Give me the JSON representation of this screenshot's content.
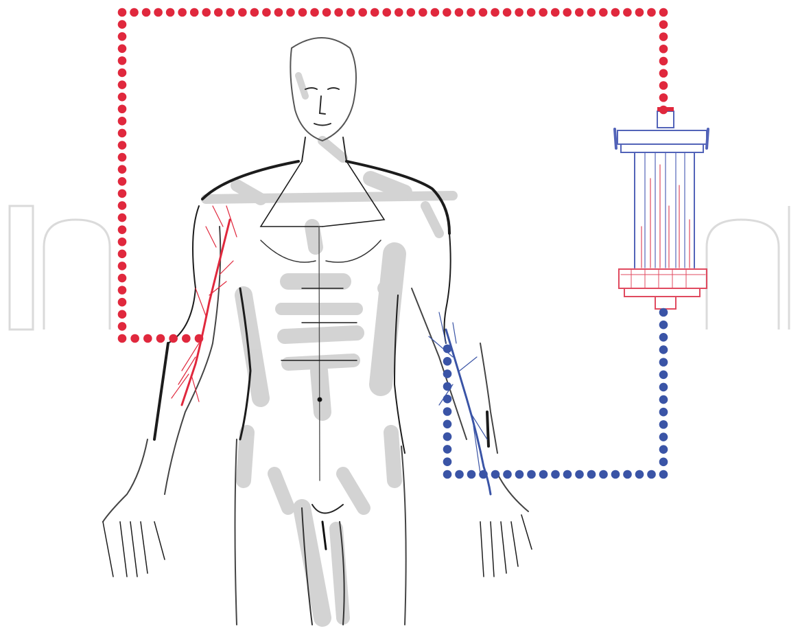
{
  "diagram": {
    "watermark_text": "IntechOpen",
    "colors": {
      "arterial_line": "#e0283d",
      "venous_line": "#3a54a6",
      "dialyzer_blue": "#5263b8",
      "dialyzer_red": "#e04a5f",
      "body_shading": "#cfcfcf",
      "body_outline": "#1c1c1c",
      "watermark": "#bdbdbd"
    },
    "components": {
      "body": "human-figure",
      "left_arm_vessels": "arteries",
      "right_arm_vessels": "veins",
      "device": "dialyzer",
      "arterial_circuit": "blood-out-line",
      "venous_circuit": "blood-return-line"
    }
  }
}
